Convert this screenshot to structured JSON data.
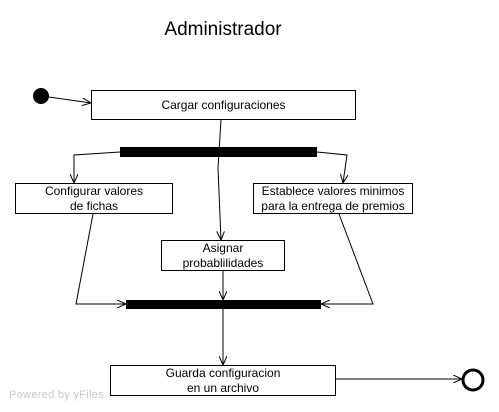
{
  "diagram": {
    "title": "Administrador",
    "nodes": {
      "load_config": "Cargar configuraciones",
      "configure_chips": "Configurar  valores\nde fichas",
      "min_values": "Establece valores minimos\npara la entrega de premios",
      "assign_prob": "Asignar\nprobablilidades",
      "save_config": "Guarda configuracion\nen un archivo"
    },
    "watermark": "Powered by yFiles"
  }
}
